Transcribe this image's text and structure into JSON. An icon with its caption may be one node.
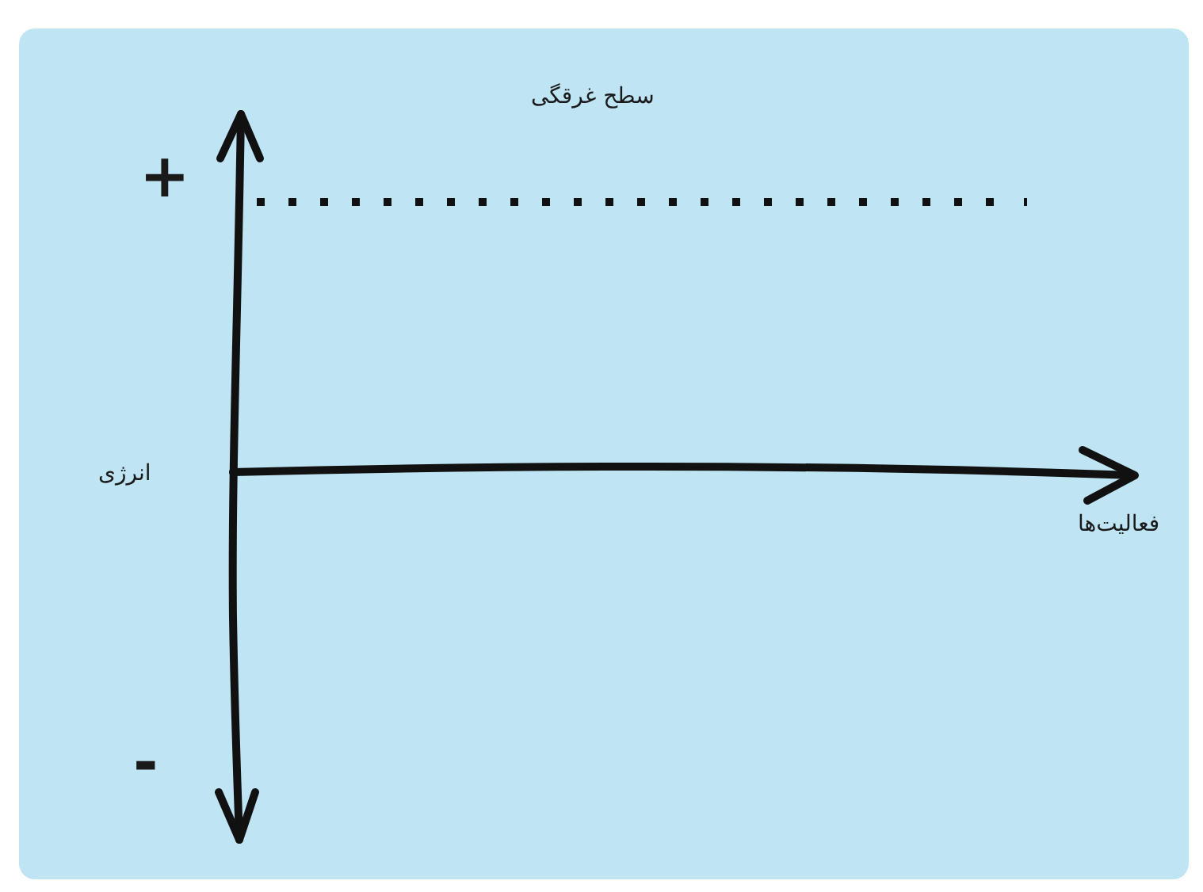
{
  "diagram": {
    "labels": [
      "سطح غرقگی",
      "+",
      "انرژی",
      "فعالیت‌ها",
      "-"
    ]
  }
}
